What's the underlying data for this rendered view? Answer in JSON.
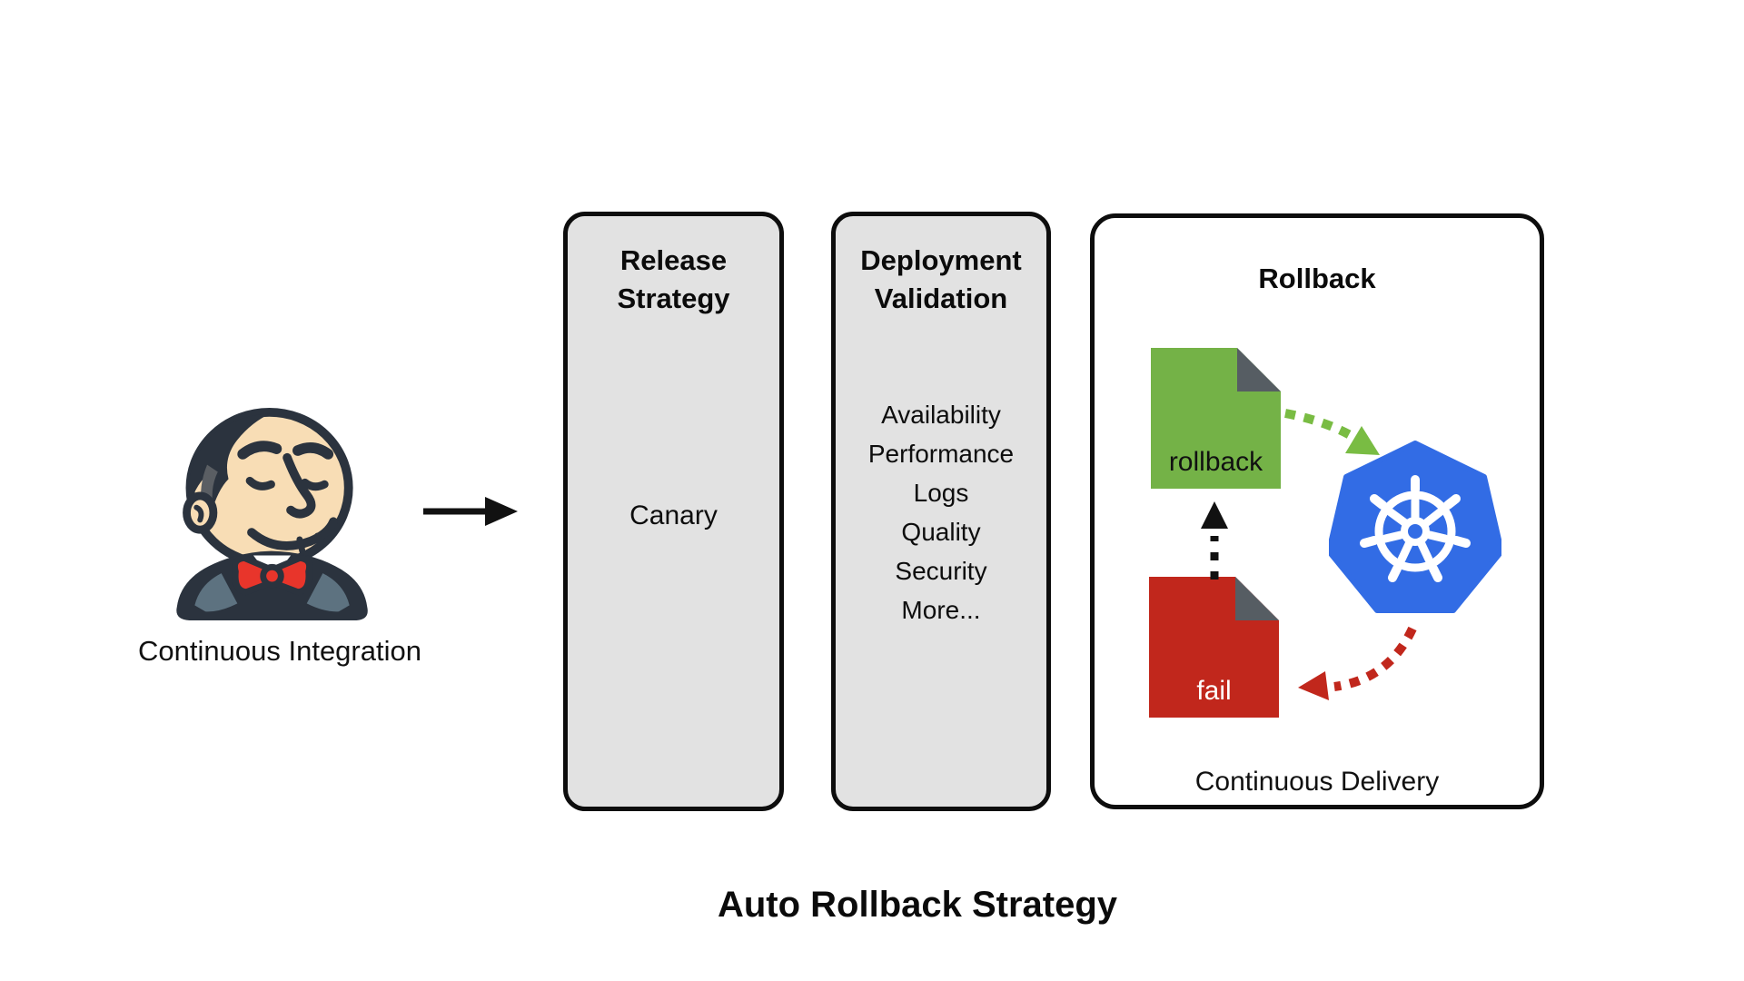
{
  "title": "Auto Rollback Strategy",
  "ci": {
    "label": "Continuous Integration",
    "icon": "jenkins-mascot"
  },
  "panels": {
    "release_strategy": {
      "title": "Release Strategy",
      "item": "Canary"
    },
    "deployment_validation": {
      "title": "Deployment Validation",
      "items": [
        "Availability",
        "Performance",
        "Logs",
        "Quality",
        "Security",
        "More..."
      ]
    },
    "rollback": {
      "title": "Rollback",
      "rollback_doc_label": "rollback",
      "fail_doc_label": "fail",
      "kubernetes_icon": "kubernetes-logo",
      "footer": "Continuous Delivery"
    }
  },
  "colors": {
    "panel_gray": "#e2e2e2",
    "border_black": "#0d0d0d",
    "doc_green": "#74b247",
    "doc_red": "#c1271c",
    "fold_gray": "#565d63",
    "kubernetes_blue": "#326ce5",
    "arrow_green": "#79bc43",
    "arrow_red": "#c1271c",
    "jenkins_bowtie_red": "#e8352b"
  }
}
